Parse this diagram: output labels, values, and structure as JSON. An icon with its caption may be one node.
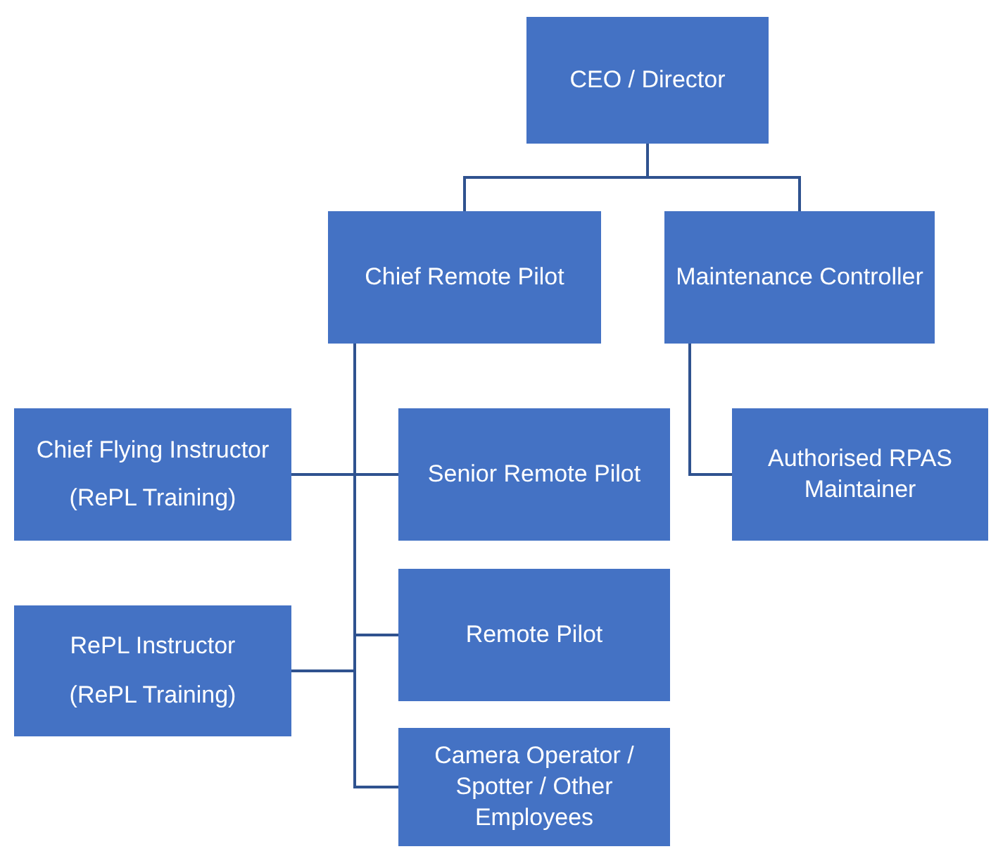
{
  "diagram": {
    "nodes": [
      {
        "text": [
          "CEO / Director"
        ]
      },
      {
        "text": [
          "Chief Remote Pilot"
        ]
      },
      {
        "text": [
          "Maintenance Controller"
        ]
      },
      {
        "text": [
          "Chief Flying Instructor",
          "(RePL Training)"
        ]
      },
      {
        "text": [
          "Senior Remote Pilot"
        ]
      },
      {
        "text": [
          "Authorised RPAS Maintainer"
        ]
      },
      {
        "text": [
          "RePL Instructor",
          "(RePL Training)"
        ]
      },
      {
        "text": [
          "Remote Pilot"
        ]
      },
      {
        "text": [
          "Camera Operator / Spotter / Other Employees"
        ]
      }
    ],
    "edges": [
      {
        "from": 0,
        "to": 1,
        "arrow": "none"
      },
      {
        "from": 0,
        "to": 2,
        "arrow": "none"
      },
      {
        "from": 1,
        "to": 3,
        "arrow": "none"
      },
      {
        "from": 1,
        "to": 4,
        "arrow": "none"
      },
      {
        "from": 1,
        "to": 6,
        "arrow": "none"
      },
      {
        "from": 1,
        "to": 7,
        "arrow": "none"
      },
      {
        "from": 1,
        "to": 8,
        "arrow": "none"
      },
      {
        "from": 2,
        "to": 5,
        "arrow": "none"
      }
    ]
  }
}
